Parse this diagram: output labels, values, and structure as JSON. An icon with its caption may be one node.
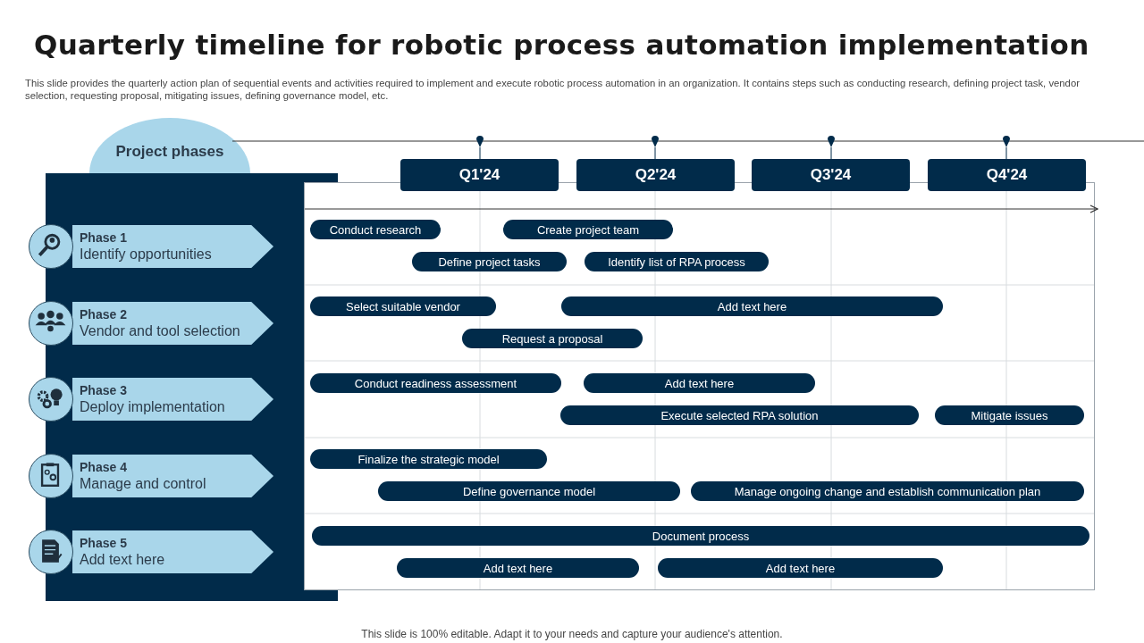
{
  "diagram": {
    "title": "Quarterly timeline for robotic process automation implementation",
    "caption": "This slide is 100% editable. Adapt it to your needs and capture your audience's attention.",
    "nodes": [
      {
        "text": [
          "Project phases"
        ]
      },
      {
        "text": [
          "Phase 1",
          "Identify opportunities"
        ]
      },
      {
        "text": [
          "Phase 2",
          "Vendor and tool selection"
        ]
      },
      {
        "text": [
          "Phase 3",
          "Deploy implementation"
        ]
      },
      {
        "text": [
          "Phase 4",
          "Manage and control"
        ]
      },
      {
        "text": [
          "Phase 5",
          "Add text here"
        ]
      },
      {
        "text": [
          "Q1'24"
        ]
      },
      {
        "text": [
          "Q2'24"
        ]
      },
      {
        "text": [
          "Q3'24"
        ]
      },
      {
        "text": [
          "Q4'24"
        ]
      },
      {
        "text": [
          "Conduct research"
        ]
      },
      {
        "text": [
          "Create project team"
        ]
      },
      {
        "text": [
          "Define project tasks"
        ]
      },
      {
        "text": [
          "Identify list of RPA process"
        ]
      },
      {
        "text": [
          "Select suitable vendor"
        ]
      },
      {
        "text": [
          "Add text here"
        ]
      },
      {
        "text": [
          "Request a proposal"
        ]
      },
      {
        "text": [
          "Conduct readiness assessment"
        ]
      },
      {
        "text": [
          "Add text here"
        ]
      },
      {
        "text": [
          "Execute selected RPA solution"
        ]
      },
      {
        "text": [
          "Mitigate issues"
        ]
      },
      {
        "text": [
          "Finalize the strategic model"
        ]
      },
      {
        "text": [
          "Define governance model"
        ]
      },
      {
        "text": [
          "Manage ongoing change and establish communication plan"
        ]
      },
      {
        "text": [
          "Document process"
        ]
      },
      {
        "text": [
          "Add text here"
        ]
      },
      {
        "text": [
          "Add text here"
        ]
      }
    ],
    "labels": [
      "This slide provides the quarterly action plan of sequential events and activities required to implement and execute robotic process automation in an organization. It contains steps such as conducting research, defining project task, vendor selection, requesting proposal, mitigating issues, defining governance model, etc."
    ]
  }
}
